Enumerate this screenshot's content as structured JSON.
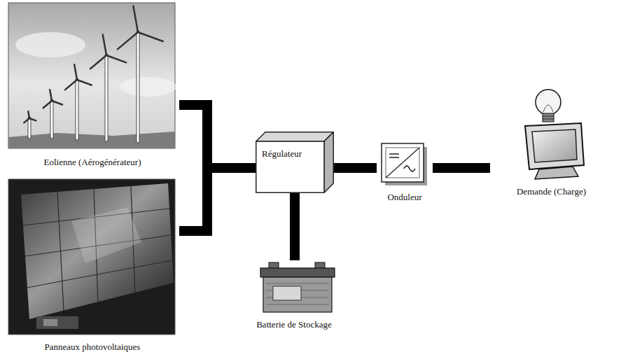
{
  "diagram": {
    "nodes": [
      {
        "text": [
          "Eolienne (Aérogénérateur)"
        ]
      },
      {
        "text": [
          "Panneaux photovoltaiques"
        ]
      },
      {
        "text": [
          "Régulateur"
        ]
      },
      {
        "text": [
          "Batterie de Stockage"
        ]
      },
      {
        "text": [
          "Onduleur"
        ]
      },
      {
        "text": [
          "Demande (Charge)"
        ]
      }
    ],
    "edges": [
      {
        "from": 0,
        "to": 2,
        "arrow": "none"
      },
      {
        "from": 1,
        "to": 2,
        "arrow": "none"
      },
      {
        "from": 2,
        "to": 3,
        "arrow": "none"
      },
      {
        "from": 2,
        "to": 4,
        "arrow": "none"
      },
      {
        "from": 4,
        "to": 5,
        "arrow": "none"
      }
    ]
  }
}
